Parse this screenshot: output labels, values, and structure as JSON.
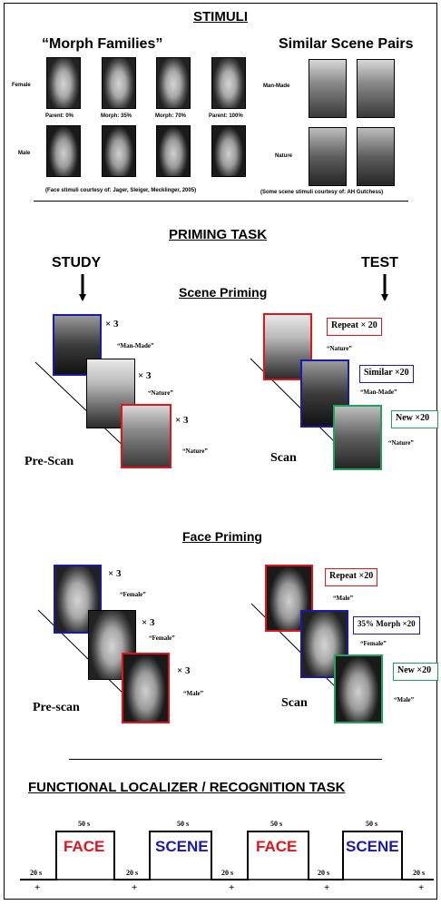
{
  "stimuli": {
    "heading": "STIMULI",
    "morph_title": "“Morph Families”",
    "scene_title": "Similar Scene Pairs",
    "row_female": "Female",
    "row_male": "Male",
    "captions": [
      "Parent: 0%",
      "Morph: 35%",
      "Morph: 70%",
      "Parent: 100%"
    ],
    "row_manmade": "Man-Made",
    "row_nature": "Nature",
    "face_credit": "(Face stimuli courtesy of: Jager, Sleiger, Mecklinger, 2005)",
    "scene_credit": "(Some scene stimuli courtesy of: AH Gutchess)"
  },
  "priming": {
    "heading": "PRIMING TASK",
    "study": "STUDY",
    "test": "TEST",
    "scene_heading": "Scene Priming",
    "face_heading": "Face Priming",
    "times3": "× 3",
    "scene_study_labels": [
      "“Man-Made”",
      "“Nature”",
      "“Nature”"
    ],
    "face_study_labels": [
      "“Female”",
      "“Female”",
      "“Male”"
    ],
    "prescan_scene": "Pre-Scan",
    "prescan_face": "Pre-scan",
    "scan": "Scan",
    "scene_test_boxes": [
      "Repeat × 20",
      "Similar ×20",
      "New ×20"
    ],
    "scene_test_labels": [
      "“Nature”",
      "“Man-Made”",
      "“Nature”"
    ],
    "face_test_boxes": [
      "Repeat ×20",
      "35% Morph ×20",
      "New ×20"
    ],
    "face_test_labels": [
      "“Male”",
      "“Female”",
      "“Male”"
    ]
  },
  "localizer": {
    "heading": "FUNCTIONAL LOCALIZER / RECOGNITION TASK",
    "blocks": [
      {
        "label": "FACE",
        "duration": "50 s"
      },
      {
        "label": "SCENE",
        "duration": "50 s"
      },
      {
        "label": "FACE",
        "duration": "50 s"
      },
      {
        "label": "SCENE",
        "duration": "50 s"
      }
    ],
    "rest_duration": "20 s",
    "fixation": "+",
    "colors": {
      "face": "#e0151b",
      "scene": "#1a1aa8"
    }
  }
}
